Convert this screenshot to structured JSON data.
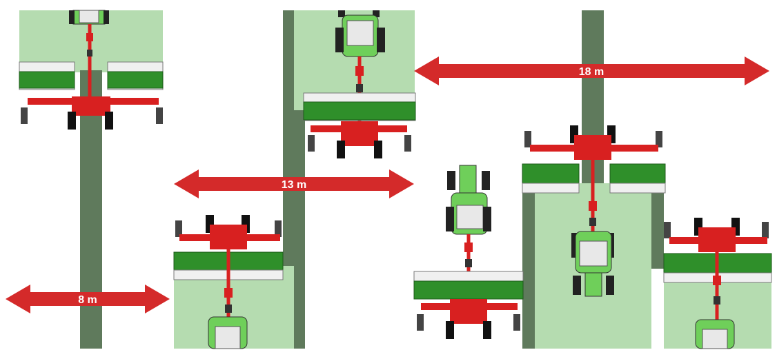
{
  "colors": {
    "field": "#b5dcb0",
    "track": "#5f7a5c",
    "arrow": "#d42a2a",
    "tractor": "#6fcf5a",
    "frame": "#d82020",
    "hopper": "#2f8f2a"
  },
  "panels": [
    {
      "label": "8 m"
    },
    {
      "label": "13 m"
    },
    {
      "label": "18 m"
    }
  ]
}
